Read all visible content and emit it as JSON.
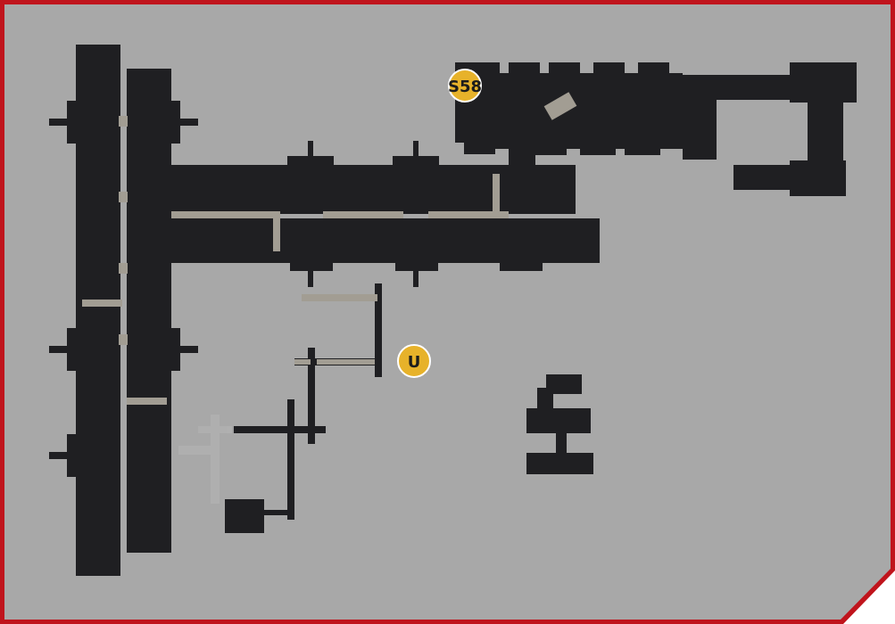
{
  "map": {
    "background_color": "#a8a8a8",
    "frame_color": "#c0141c",
    "wall_color": "#1f1f22",
    "floor_line_color": "#a29d93",
    "faded_color": "#b0b0b0",
    "markers": [
      {
        "id": "s58",
        "label": "S58",
        "color": "#e7b22a"
      },
      {
        "id": "u",
        "label": "U",
        "color": "#e7b22a"
      }
    ]
  }
}
